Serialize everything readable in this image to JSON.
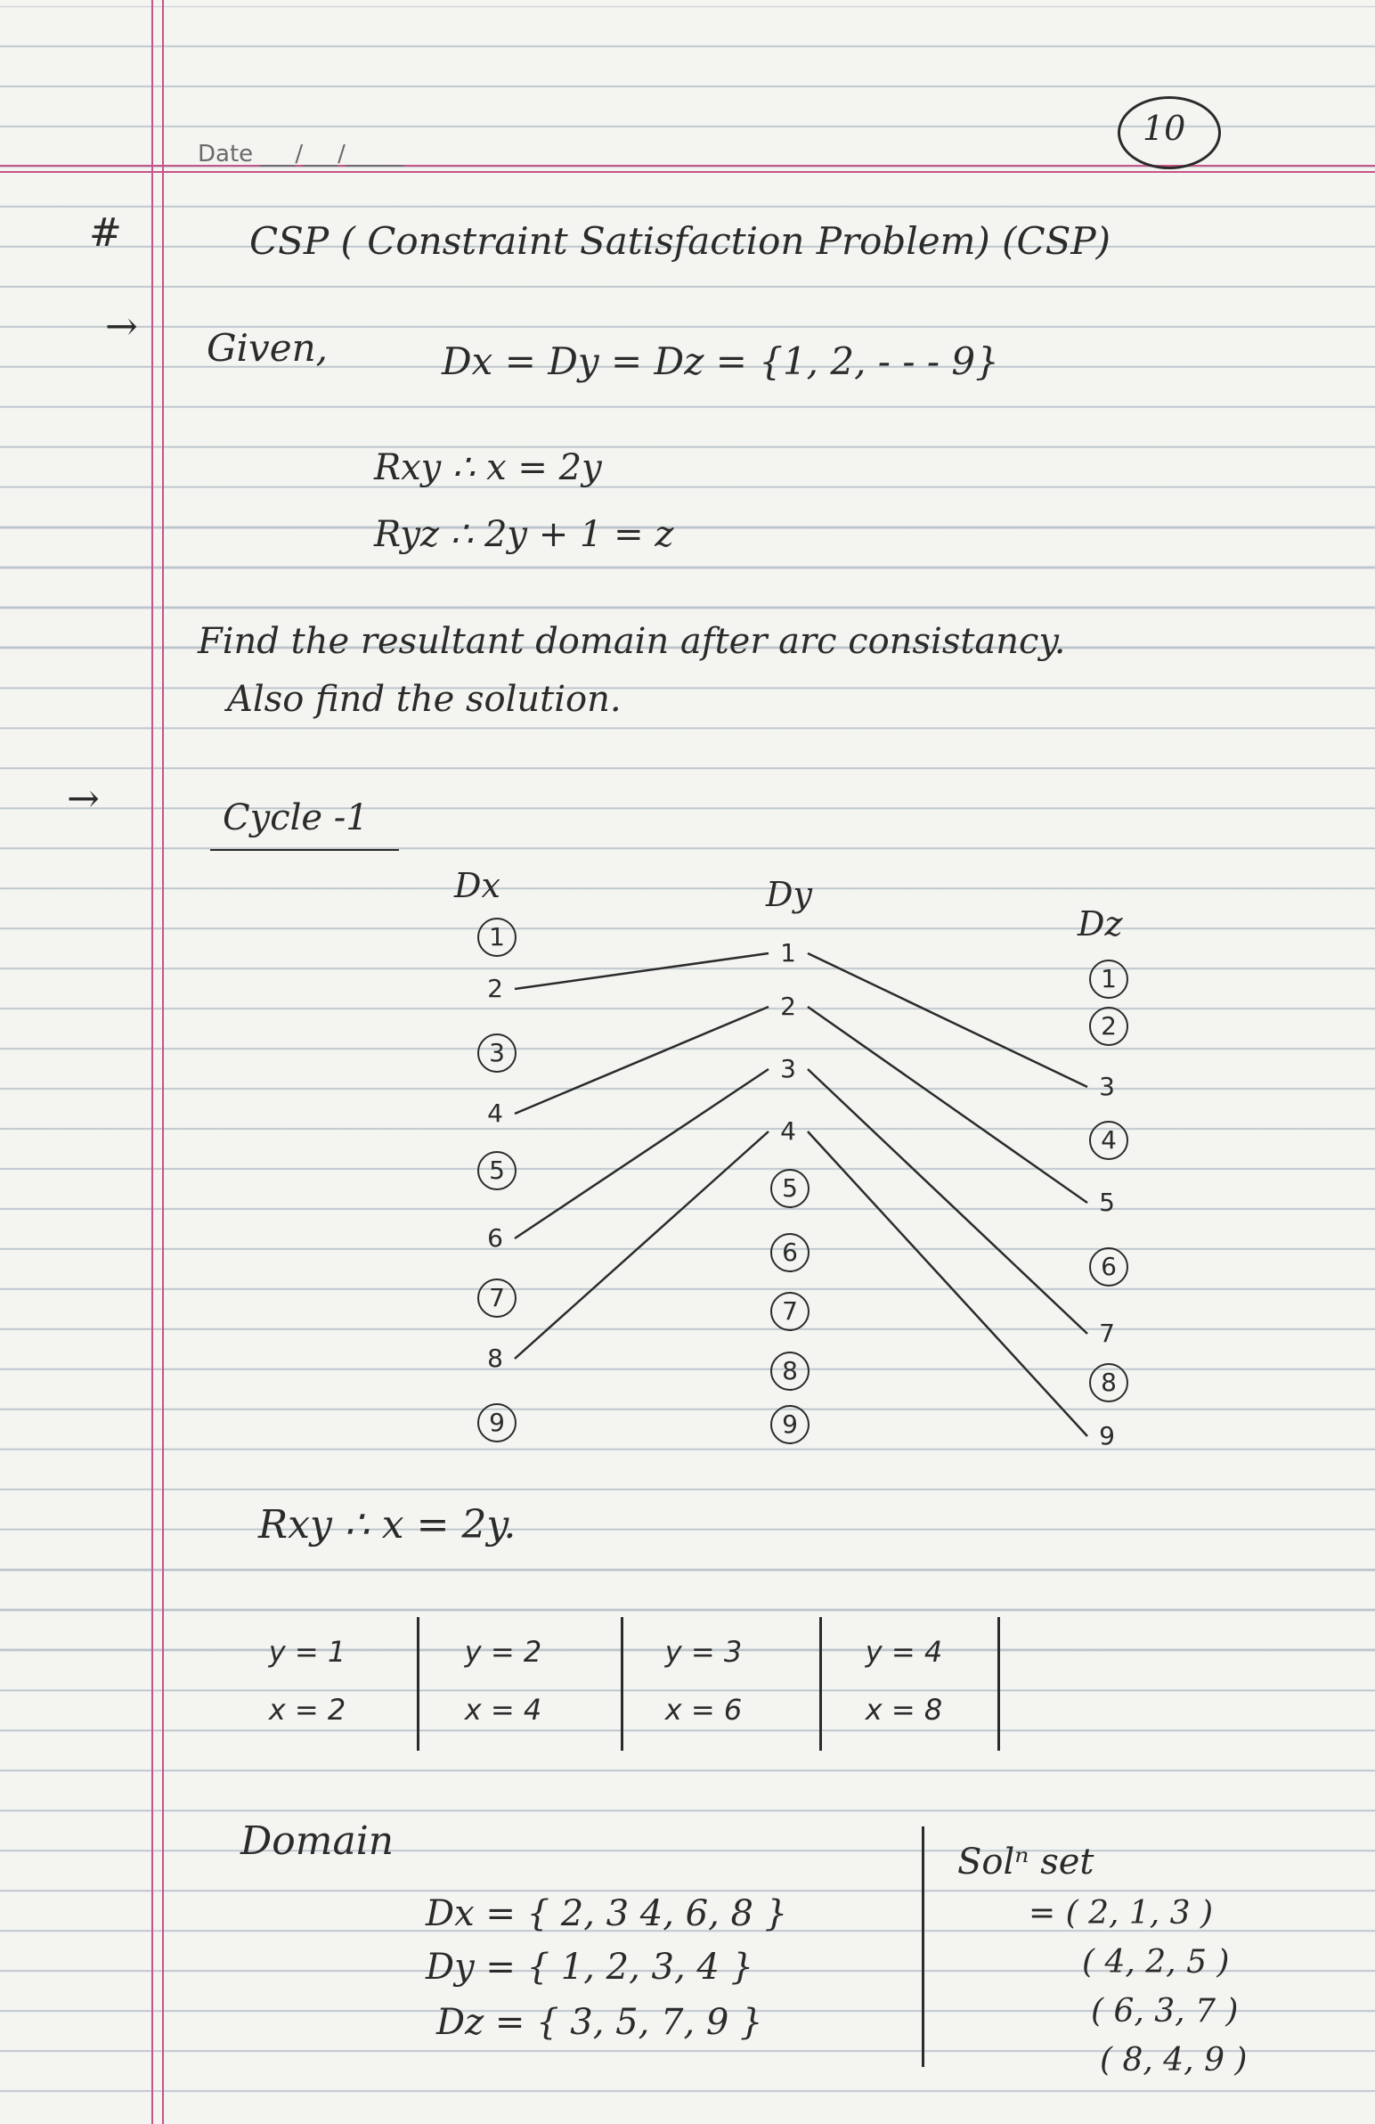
{
  "page_number": "10",
  "date_label": "Date ___/___/_____",
  "heading": {
    "bullet": "#",
    "title": "CSP ( Constraint Satisfaction Problem) (CSP)"
  },
  "given": {
    "arrow": "→",
    "label": "Given,",
    "domains": "Dx = Dy = Dz = {1, 2, - - - 9}",
    "rxy": "Rxy  ∴  x = 2y",
    "ryz": "Ryz  ∴  2y + 1 = z"
  },
  "question": {
    "line1": "Find the resultant domain after arc consistancy.",
    "line2": "Also find the solution."
  },
  "answer": {
    "arrow": "→",
    "cycle_label": "Cycle -1"
  },
  "graph": {
    "headers": {
      "dx": "Dx",
      "dy": "Dy",
      "dz": "Dz"
    },
    "dx": [
      {
        "v": "1",
        "circled": true
      },
      {
        "v": "2",
        "circled": false
      },
      {
        "v": "3",
        "circled": true
      },
      {
        "v": "4",
        "circled": false
      },
      {
        "v": "5",
        "circled": true
      },
      {
        "v": "6",
        "circled": false
      },
      {
        "v": "7",
        "circled": true
      },
      {
        "v": "8",
        "circled": false
      },
      {
        "v": "9",
        "circled": true
      }
    ],
    "dy": [
      {
        "v": "1",
        "circled": false
      },
      {
        "v": "2",
        "circled": false
      },
      {
        "v": "3",
        "circled": false
      },
      {
        "v": "4",
        "circled": false
      },
      {
        "v": "5",
        "circled": true
      },
      {
        "v": "6",
        "circled": true
      },
      {
        "v": "7",
        "circled": true
      },
      {
        "v": "8",
        "circled": true
      },
      {
        "v": "9",
        "circled": true
      }
    ],
    "dz": [
      {
        "v": "1",
        "circled": true
      },
      {
        "v": "2",
        "circled": true
      },
      {
        "v": "3",
        "circled": false
      },
      {
        "v": "4",
        "circled": true
      },
      {
        "v": "5",
        "circled": false
      },
      {
        "v": "6",
        "circled": true
      },
      {
        "v": "7",
        "circled": false
      },
      {
        "v": "8",
        "circled": true
      },
      {
        "v": "9",
        "circled": false
      }
    ],
    "edges_xy": [
      [
        "2",
        "1"
      ],
      [
        "4",
        "2"
      ],
      [
        "6",
        "3"
      ],
      [
        "8",
        "4"
      ]
    ],
    "edges_yz": [
      [
        "1",
        "3"
      ],
      [
        "2",
        "5"
      ],
      [
        "3",
        "7"
      ],
      [
        "4",
        "9"
      ]
    ]
  },
  "rxy_line": "Rxy ∴ x = 2y.",
  "table": {
    "rows": [
      [
        "y = 1",
        "y = 2",
        "y = 3",
        "y = 4"
      ],
      [
        "x = 2",
        "x = 4",
        "x = 6",
        "x = 8"
      ]
    ]
  },
  "domain": {
    "label": "Domain",
    "dx": "Dx  =  { 2, 3 4, 6, 8 }",
    "dy": "Dy  =  { 1, 2, 3, 4 }",
    "dz": "Dz  =  { 3, 5, 7, 9 }"
  },
  "solution": {
    "label": "Solⁿ set",
    "rows": [
      "= ( 2, 1, 3 )",
      "( 4, 2, 5 )",
      "( 6, 3, 7 )",
      "( 8, 4, 9 )"
    ]
  }
}
